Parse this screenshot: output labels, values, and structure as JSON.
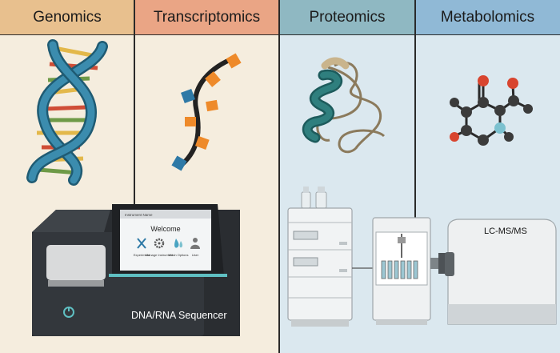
{
  "columns": [
    {
      "id": "genomics",
      "label": "Genomics",
      "header_color": "#e8c08e",
      "bg_color": "#f5edde"
    },
    {
      "id": "transcriptomics",
      "label": "Transcriptomics",
      "header_color": "#eaa585",
      "bg_color": "#f5edde"
    },
    {
      "id": "proteomics",
      "label": "Proteomics",
      "header_color": "#8fb8c2",
      "bg_color": "#dbe8ef"
    },
    {
      "id": "metabolomics",
      "label": "Metabolomics",
      "header_color": "#90b9d6",
      "bg_color": "#dbe8ef"
    }
  ],
  "sequencer": {
    "label": "DNA/RNA Sequencer",
    "screen_topbar": "Instrument Name",
    "screen_title": "Welcome",
    "screen_items": [
      "Experiment",
      "Manage Instrument",
      "Wash Options",
      "User"
    ]
  },
  "ms_instrument": {
    "label": "LC-MS/MS"
  },
  "colors": {
    "dna_blue": "#3b8cae",
    "rna_orange": "#ee8a2a",
    "protein_teal": "#2f7f7e",
    "protein_loop": "#8b7a5c"
  }
}
